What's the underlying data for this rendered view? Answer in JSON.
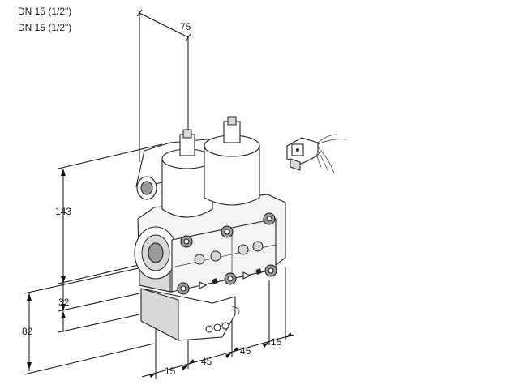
{
  "header": {
    "line1": "DN 15 (1/2\")",
    "line2": "DN 15 (1/2\")"
  },
  "dimensions": {
    "d75": "75",
    "d143": "143",
    "d32": "32",
    "d82": "82",
    "d15_bottom": "15",
    "d45_a": "45",
    "d45_b": "45",
    "d15_right": "15"
  }
}
